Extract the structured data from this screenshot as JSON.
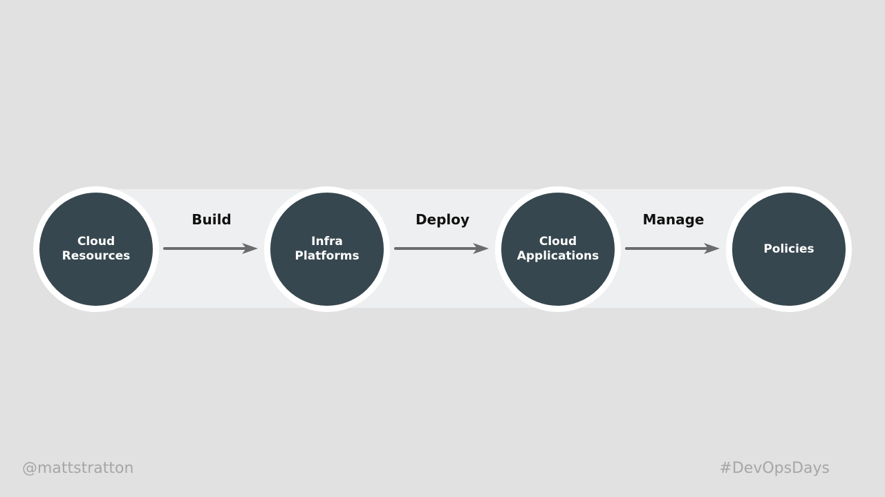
{
  "nodes": [
    {
      "label": "Cloud\nResources"
    },
    {
      "label": "Infra\nPlatforms"
    },
    {
      "label": "Cloud\nApplications"
    },
    {
      "label": "Policies"
    }
  ],
  "edges": [
    {
      "label": "Build"
    },
    {
      "label": "Deploy"
    },
    {
      "label": "Manage"
    }
  ],
  "footer": {
    "handle": "@mattstratton",
    "hashtag": "#DevOpsDays"
  },
  "colors": {
    "background": "#e1e1e1",
    "band": "#eeeff0",
    "node_fill": "#37474f",
    "node_ring": "#ffffff",
    "arrow": "#6b6b6b",
    "footer_text": "#a6a6a6"
  }
}
